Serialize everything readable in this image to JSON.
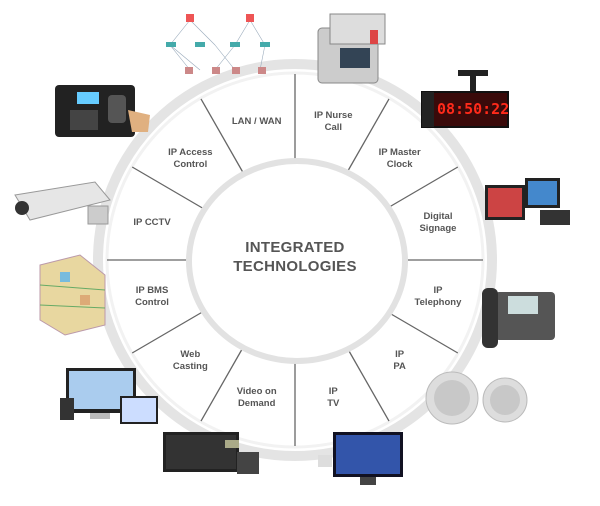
{
  "center_title": {
    "line1": "INTEGRATED",
    "line2": "TECHNOLOGIES"
  },
  "segments": [
    {
      "line1": "LAN / WAN",
      "line2": ""
    },
    {
      "line1": "IP Access",
      "line2": "Control"
    },
    {
      "line1": "IP CCTV",
      "line2": ""
    },
    {
      "line1": "IP BMS",
      "line2": "Control"
    },
    {
      "line1": "Web",
      "line2": "Casting"
    },
    {
      "line1": "Video on",
      "line2": "Demand"
    },
    {
      "line1": "IP",
      "line2": "TV"
    },
    {
      "line1": "IP",
      "line2": "PA"
    },
    {
      "line1": "IP",
      "line2": "Telephony"
    },
    {
      "line1": "Digital",
      "line2": "Signage"
    },
    {
      "line1": "IP Master",
      "line2": "Clock"
    },
    {
      "line1": "IP Nurse",
      "line2": "Call"
    }
  ],
  "clock_display": "08:50:22",
  "colors": {
    "ring": "#e6e6e6",
    "divider": "#555555",
    "text": "#555555",
    "clock": "#ff2a1a"
  }
}
